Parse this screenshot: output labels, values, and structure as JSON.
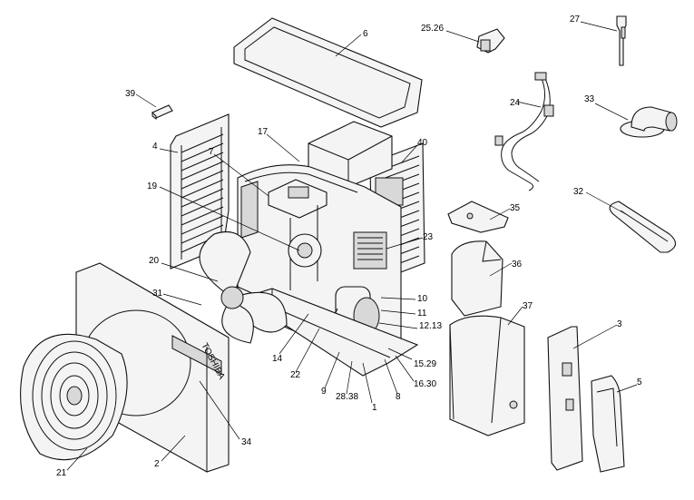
{
  "diagram": {
    "brand_text": "TOSHIBA",
    "labels": {
      "l6": "6",
      "l2526": "25.26",
      "l27": "27",
      "l24": "24",
      "l33": "33",
      "l39": "39",
      "l4": "4",
      "l17": "17",
      "l40": "40",
      "l7": "7",
      "l19": "19",
      "l32": "32",
      "l35": "35",
      "l23": "23",
      "l36": "36",
      "l20": "20",
      "l10": "10",
      "l31": "31",
      "l37": "37",
      "l11": "11",
      "l1213": "12.13",
      "l3": "3",
      "l14": "14",
      "l22": "22",
      "l1529": "15.29",
      "l5": "5",
      "l9": "9",
      "l2838": "28.38",
      "l8": "8",
      "l1": "1",
      "l1630": "16.30",
      "l34": "34",
      "l2": "2",
      "l21": "21"
    }
  }
}
